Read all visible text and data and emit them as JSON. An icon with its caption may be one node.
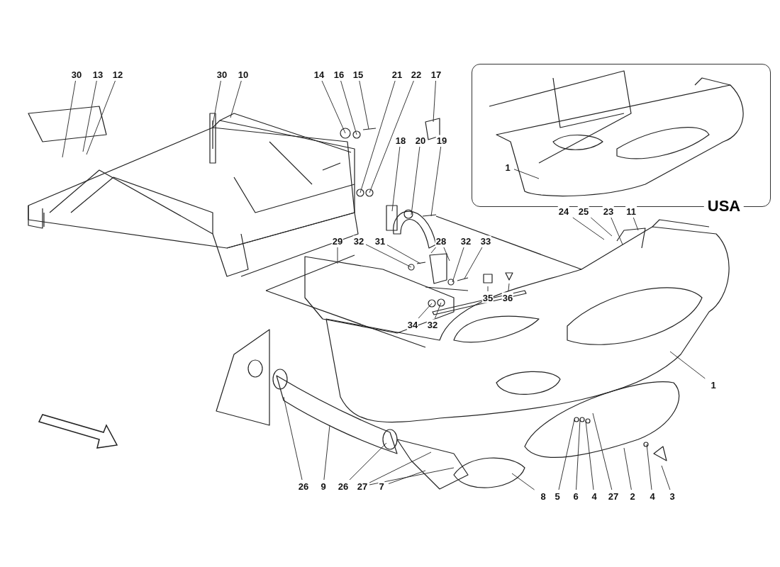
{
  "diagram": {
    "nodes": [
      {
        "text": [
          "USA"
        ]
      },
      {
        "text": [
          "1"
        ],
        "in": 0
      },
      {
        "text": [
          "30"
        ]
      },
      {
        "text": [
          "13"
        ]
      },
      {
        "text": [
          "12"
        ]
      },
      {
        "text": [
          "30"
        ]
      },
      {
        "text": [
          "10"
        ]
      },
      {
        "text": [
          "14"
        ]
      },
      {
        "text": [
          "16"
        ]
      },
      {
        "text": [
          "15"
        ]
      },
      {
        "text": [
          "21"
        ]
      },
      {
        "text": [
          "22"
        ]
      },
      {
        "text": [
          "17"
        ]
      },
      {
        "text": [
          "18"
        ]
      },
      {
        "text": [
          "20"
        ]
      },
      {
        "text": [
          "19"
        ]
      },
      {
        "text": [
          "24"
        ]
      },
      {
        "text": [
          "25"
        ]
      },
      {
        "text": [
          "23"
        ]
      },
      {
        "text": [
          "11"
        ]
      },
      {
        "text": [
          "29"
        ]
      },
      {
        "text": [
          "32"
        ]
      },
      {
        "text": [
          "31"
        ]
      },
      {
        "text": [
          "28"
        ]
      },
      {
        "text": [
          "32"
        ]
      },
      {
        "text": [
          "33"
        ]
      },
      {
        "text": [
          "35"
        ]
      },
      {
        "text": [
          "36"
        ]
      },
      {
        "text": [
          "34"
        ]
      },
      {
        "text": [
          "32"
        ]
      },
      {
        "text": [
          "1"
        ]
      },
      {
        "text": [
          "26"
        ]
      },
      {
        "text": [
          "9"
        ]
      },
      {
        "text": [
          "26"
        ]
      },
      {
        "text": [
          "27"
        ]
      },
      {
        "text": [
          "7"
        ]
      },
      {
        "text": [
          "8"
        ]
      },
      {
        "text": [
          "5"
        ]
      },
      {
        "text": [
          "6"
        ]
      },
      {
        "text": [
          "4"
        ]
      },
      {
        "text": [
          "27"
        ]
      },
      {
        "text": [
          "2"
        ]
      },
      {
        "text": [
          "4"
        ]
      },
      {
        "text": [
          "3"
        ]
      }
    ],
    "edges": [
      {
        "from": 1,
        "to": null,
        "arrow": "none"
      },
      {
        "from": 2,
        "to": null,
        "arrow": "none"
      },
      {
        "from": 3,
        "to": null,
        "arrow": "none"
      },
      {
        "from": 4,
        "to": null,
        "arrow": "none"
      },
      {
        "from": 5,
        "to": null,
        "arrow": "none"
      },
      {
        "from": 6,
        "to": null,
        "arrow": "none"
      },
      {
        "from": 7,
        "to": null,
        "arrow": "none"
      },
      {
        "from": 8,
        "to": null,
        "arrow": "none"
      },
      {
        "from": 9,
        "to": null,
        "arrow": "none"
      },
      {
        "from": 10,
        "to": null,
        "arrow": "none"
      },
      {
        "from": 11,
        "to": null,
        "arrow": "none"
      },
      {
        "from": 12,
        "to": null,
        "arrow": "none"
      },
      {
        "from": 13,
        "to": null,
        "arrow": "none"
      },
      {
        "from": 14,
        "to": null,
        "arrow": "none"
      },
      {
        "from": 15,
        "to": null,
        "arrow": "none"
      },
      {
        "from": 16,
        "to": null,
        "arrow": "none"
      },
      {
        "from": 17,
        "to": null,
        "arrow": "none"
      },
      {
        "from": 18,
        "to": null,
        "arrow": "none"
      },
      {
        "from": 19,
        "to": null,
        "arrow": "none"
      },
      {
        "from": 20,
        "to": null,
        "arrow": "none"
      },
      {
        "from": 21,
        "to": null,
        "arrow": "none"
      },
      {
        "from": 22,
        "to": null,
        "arrow": "none"
      },
      {
        "from": 23,
        "to": null,
        "arrow": "none"
      },
      {
        "from": 23,
        "to": null,
        "arrow": "none"
      },
      {
        "from": 24,
        "to": null,
        "arrow": "none"
      },
      {
        "from": 25,
        "to": null,
        "arrow": "none"
      },
      {
        "from": 26,
        "to": null,
        "arrow": "none"
      },
      {
        "from": 27,
        "to": null,
        "arrow": "none"
      },
      {
        "from": 28,
        "to": null,
        "arrow": "none"
      },
      {
        "from": 29,
        "to": null,
        "arrow": "none"
      },
      {
        "from": 30,
        "to": null,
        "arrow": "none"
      },
      {
        "from": 31,
        "to": null,
        "arrow": "none"
      },
      {
        "from": 32,
        "to": null,
        "arrow": "none"
      },
      {
        "from": 33,
        "to": null,
        "arrow": "none"
      },
      {
        "from": 34,
        "to": null,
        "arrow": "none"
      },
      {
        "from": 34,
        "to": null,
        "arrow": "none"
      },
      {
        "from": 35,
        "to": null,
        "arrow": "none"
      },
      {
        "from": 36,
        "to": null,
        "arrow": "none"
      },
      {
        "from": 37,
        "to": null,
        "arrow": "none"
      },
      {
        "from": 38,
        "to": null,
        "arrow": "none"
      },
      {
        "from": 39,
        "to": null,
        "arrow": "none"
      },
      {
        "from": 40,
        "to": null,
        "arrow": "none"
      },
      {
        "from": 41,
        "to": null,
        "arrow": "none"
      },
      {
        "from": 42,
        "to": null,
        "arrow": "none"
      },
      {
        "from": 43,
        "to": null,
        "arrow": "none"
      }
    ]
  }
}
